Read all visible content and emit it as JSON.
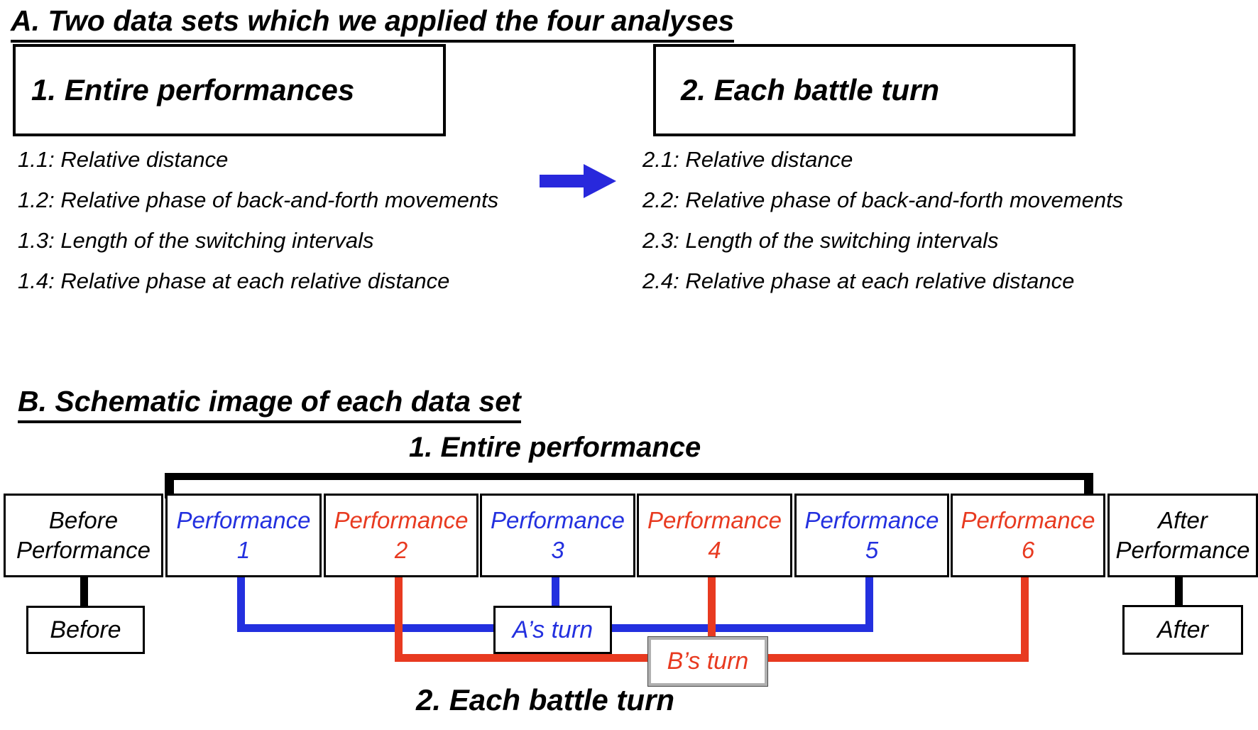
{
  "colors": {
    "blue": "#2330DF",
    "red": "#E83A20",
    "black": "#000000"
  },
  "section_a": {
    "title": "A. Two data sets which we applied the four analyses",
    "left_box_label": "1. Entire performances",
    "right_box_label": "2. Each battle turn",
    "left_items": [
      "1.1: Relative distance",
      "1.2: Relative phase of back-and-forth movements",
      "1.3: Length of the switching intervals",
      "1.4: Relative phase at each relative distance"
    ],
    "right_items": [
      "2.1: Relative distance",
      "2.2: Relative phase of back-and-forth movements",
      "2.3: Length of the switching intervals",
      "2.4: Relative phase at each relative distance"
    ],
    "arrow_icon": "right-arrow"
  },
  "section_b": {
    "title": "B. Schematic image of each data set",
    "top_label": "1. Entire performance",
    "bottom_label": "2. Each battle turn",
    "performance_row": [
      {
        "line1": "Before",
        "line2": "Performance",
        "color": "black"
      },
      {
        "line1": "Performance",
        "line2": "1",
        "color": "blue"
      },
      {
        "line1": "Performance",
        "line2": "2",
        "color": "red"
      },
      {
        "line1": "Performance",
        "line2": "3",
        "color": "blue"
      },
      {
        "line1": "Performance",
        "line2": "4",
        "color": "red"
      },
      {
        "line1": "Performance",
        "line2": "5",
        "color": "blue"
      },
      {
        "line1": "Performance",
        "line2": "6",
        "color": "red"
      },
      {
        "line1": "After",
        "line2": "Performance",
        "color": "black"
      }
    ],
    "turn_boxes": {
      "before": "Before",
      "a_turn": "A’s turn",
      "b_turn": "B’s turn",
      "after": "After"
    }
  }
}
